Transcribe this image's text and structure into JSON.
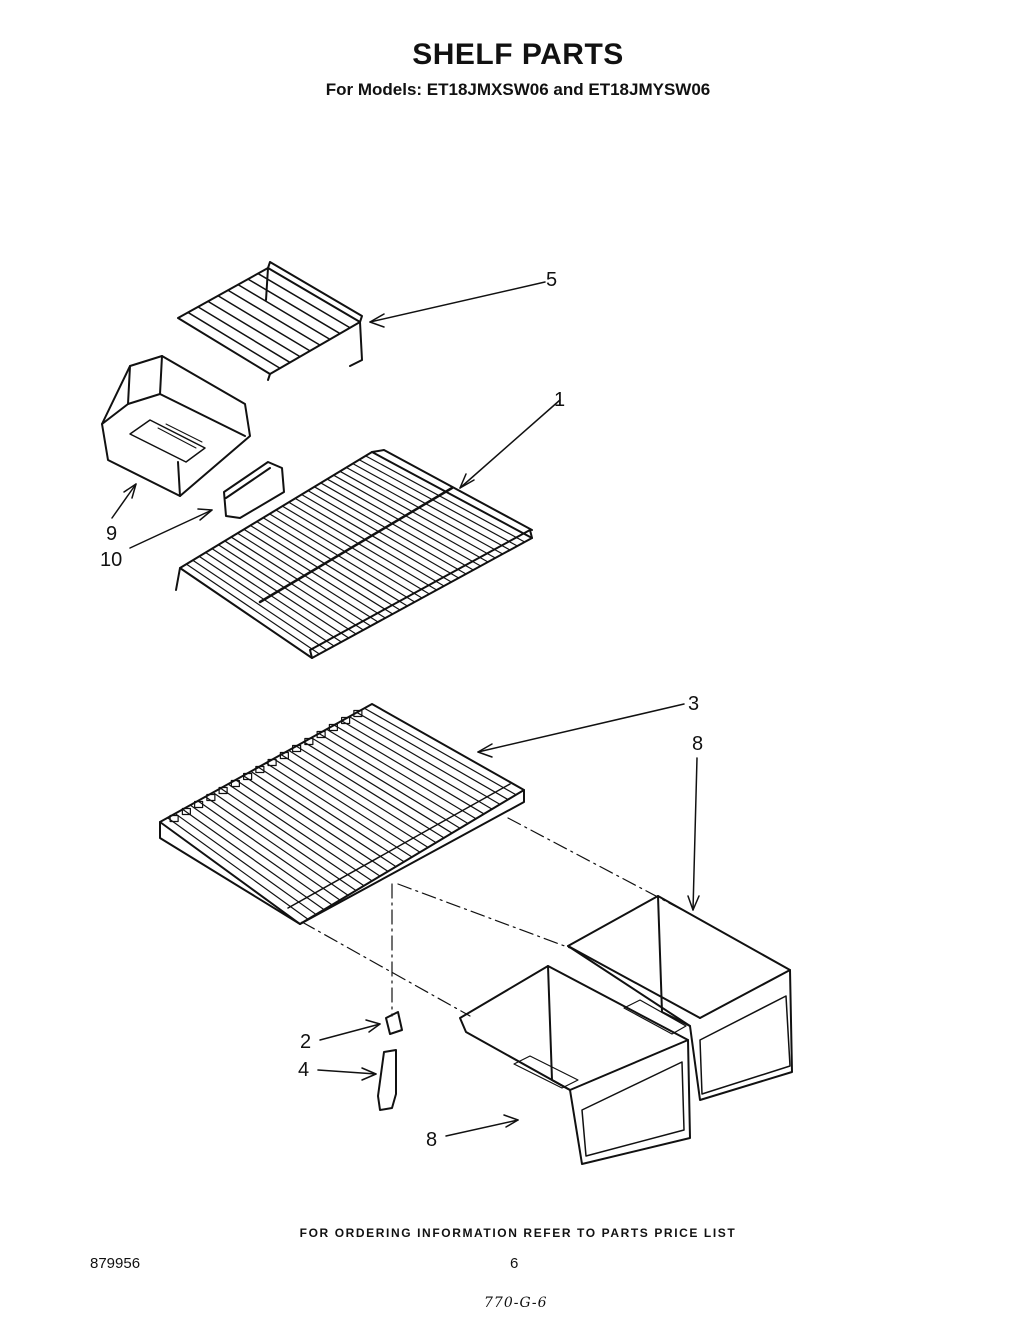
{
  "header": {
    "title": "SHELF PARTS",
    "subtitle": "For Models: ET18JMXSW06 and ET18JMYSW06"
  },
  "callouts": {
    "c5": "5",
    "c1": "1",
    "c9": "9",
    "c10": "10",
    "c3": "3",
    "c8_top": "8",
    "c2": "2",
    "c4": "4",
    "c8_bottom": "8"
  },
  "footer": {
    "ordering_note": "FOR ORDERING INFORMATION REFER TO PARTS PRICE LIST",
    "document_number": "879956",
    "page_number": "6",
    "handwritten_note": "770-G-6"
  }
}
